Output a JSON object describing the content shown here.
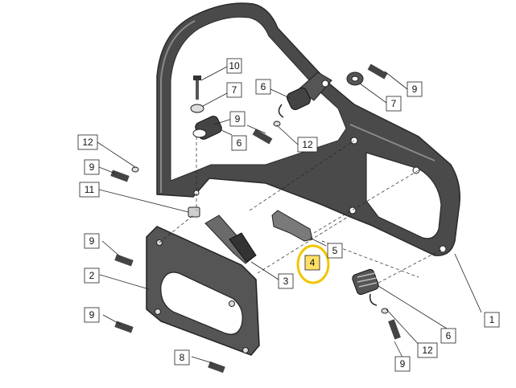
{
  "diagram": {
    "highlight_color": "#f2c500",
    "callouts": {
      "c1": "1",
      "c2": "2",
      "c3": "3",
      "c4": "4",
      "c5": "5",
      "c6a": "6",
      "c6b": "6",
      "c6c": "6",
      "c7a": "7",
      "c7b": "7",
      "c8": "8",
      "c9a": "9",
      "c9b": "9",
      "c9c": "9",
      "c9d": "9",
      "c9e": "9",
      "c9f": "9",
      "c10": "10",
      "c11": "11",
      "c12a": "12",
      "c12b": "12",
      "c12c": "12"
    }
  }
}
